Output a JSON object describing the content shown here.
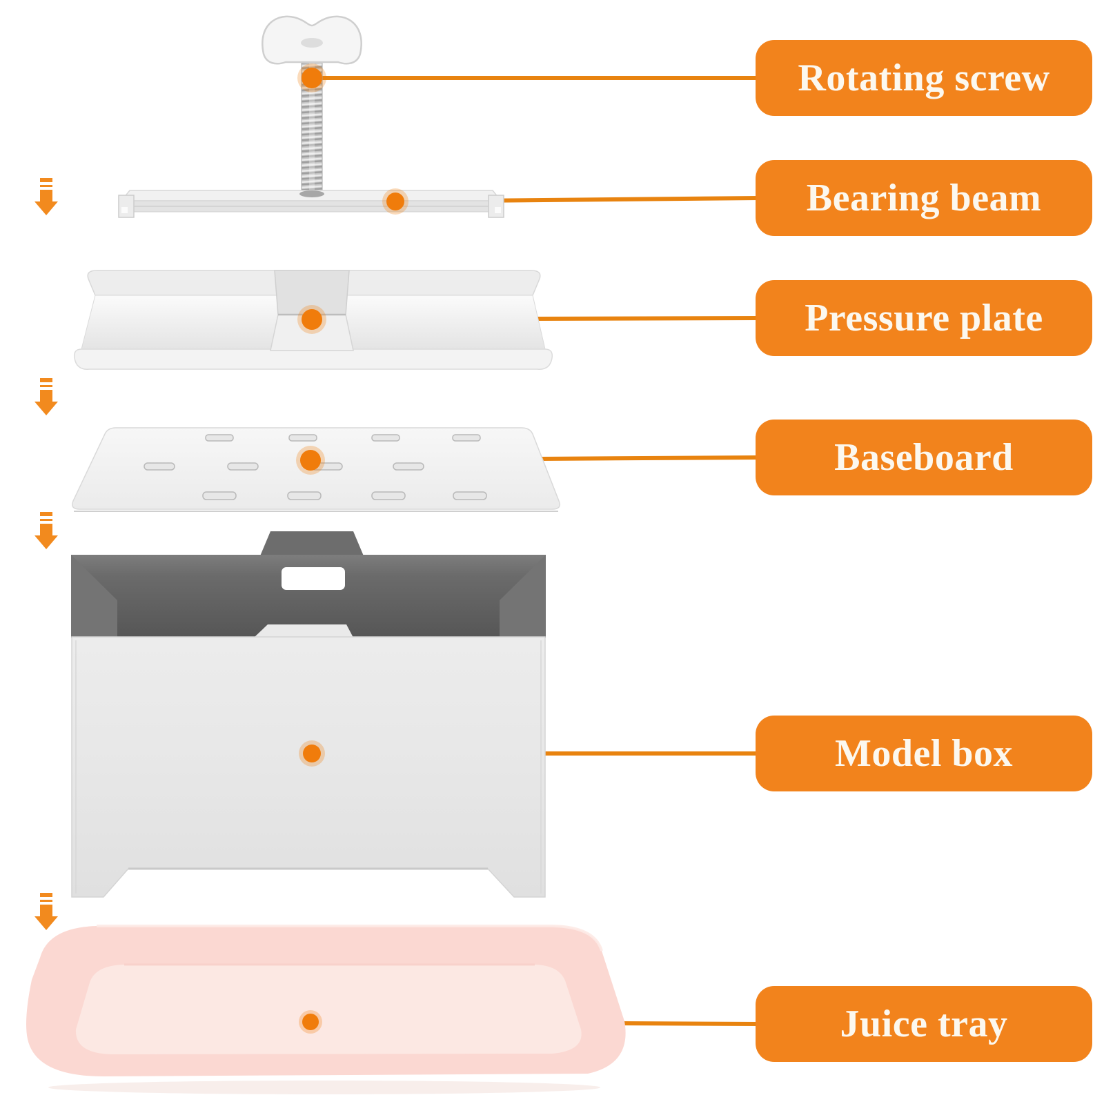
{
  "diagram": {
    "labels": [
      {
        "text": "Rotating screw"
      },
      {
        "text": "Bearing beam"
      },
      {
        "text": "Pressure plate"
      },
      {
        "text": "Baseboard"
      },
      {
        "text": "Model box"
      },
      {
        "text": "Juice tray"
      }
    ],
    "down_arrows": {
      "count": 4
    },
    "colors": {
      "background": "#FFFFFF",
      "label_background": "#F2831C",
      "label_text": "#FCF8EF",
      "leader_line": "#E8830F",
      "dot": "#F07C0B",
      "arrow": "#F28A1E",
      "tray_pink": "#FBD8D2",
      "tray_pink_light": "#FCE8E3",
      "metal_light": "#EFEFEF",
      "box_interior_dark": "#636363"
    }
  }
}
